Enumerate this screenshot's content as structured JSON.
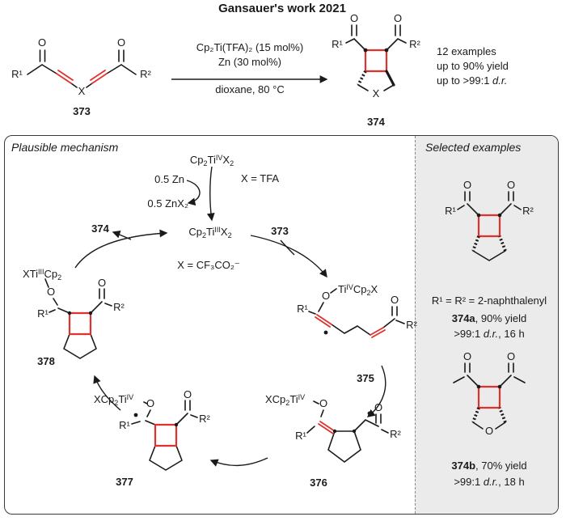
{
  "title": "Gansauer's work 2021",
  "colors": {
    "bond_red": "#e0312e",
    "ink": "#1a1a1a",
    "panel_bg": "#ebebeb",
    "border": "#3a3a3a"
  },
  "atoms": {
    "o": "O",
    "x": "X",
    "r1": "R¹",
    "r2": "R²"
  },
  "scheme": {
    "cond1": "Cp₂Ti(TFA)₂ (15 mol%)",
    "cond2": "Zn (30 mol%)",
    "cond3": "dioxane, 80 °C",
    "substrate": "373",
    "product": "374",
    "res1": "12 examples",
    "res2": "up to 90% yield",
    "res3_pre": "up to >99:1 ",
    "res3_it": "d.r."
  },
  "mechanism": {
    "heading": "Plausible mechanism",
    "zn_in": "0.5 Zn",
    "zn_out": "0.5 ZnX₂",
    "x_tfa": "X = TFA",
    "x_counterion": "X = CF₃CO₂⁻",
    "n373": "373",
    "n374": "374",
    "n375": "375",
    "n376": "376",
    "n377": "377",
    "n378": "378",
    "formulas": {
      "ti4x2": [
        [
          "Cp"
        ],
        [
          "2",
          "sub"
        ],
        [
          "Ti"
        ],
        [
          "IV",
          "sup"
        ],
        [
          "X"
        ],
        [
          "2",
          "sub"
        ]
      ],
      "ti3x2": [
        [
          "Cp"
        ],
        [
          "2",
          "sub"
        ],
        [
          "Ti"
        ],
        [
          "III",
          "sup"
        ],
        [
          "X"
        ],
        [
          "2",
          "sub"
        ]
      ],
      "ti4cp2x": [
        [
          "Ti"
        ],
        [
          "IV",
          "sup"
        ],
        [
          "Cp"
        ],
        [
          "2",
          "sub"
        ],
        [
          "X"
        ]
      ],
      "xcp2ti4": [
        [
          "XCp"
        ],
        [
          "2",
          "sub"
        ],
        [
          "Ti"
        ],
        [
          "IV",
          "sup"
        ]
      ],
      "xti3cp2": [
        [
          "XTi"
        ],
        [
          "III",
          "sup"
        ],
        [
          "Cp"
        ],
        [
          "2",
          "sub"
        ]
      ]
    }
  },
  "examples": {
    "heading": "Selected examples",
    "a_rdef": "R¹ = R² = 2-naphthalenyl",
    "a_name": "374a",
    "a_yield": ", 90% yield",
    "a_dr_pre": ">99:1 ",
    "a_dr_it": "d.r.",
    "a_dr_post": ", 16 h",
    "b_name": "374b",
    "b_yield": ", 70% yield",
    "b_dr_pre": ">99:1 ",
    "b_dr_it": "d.r.",
    "b_dr_post": ", 18 h"
  }
}
